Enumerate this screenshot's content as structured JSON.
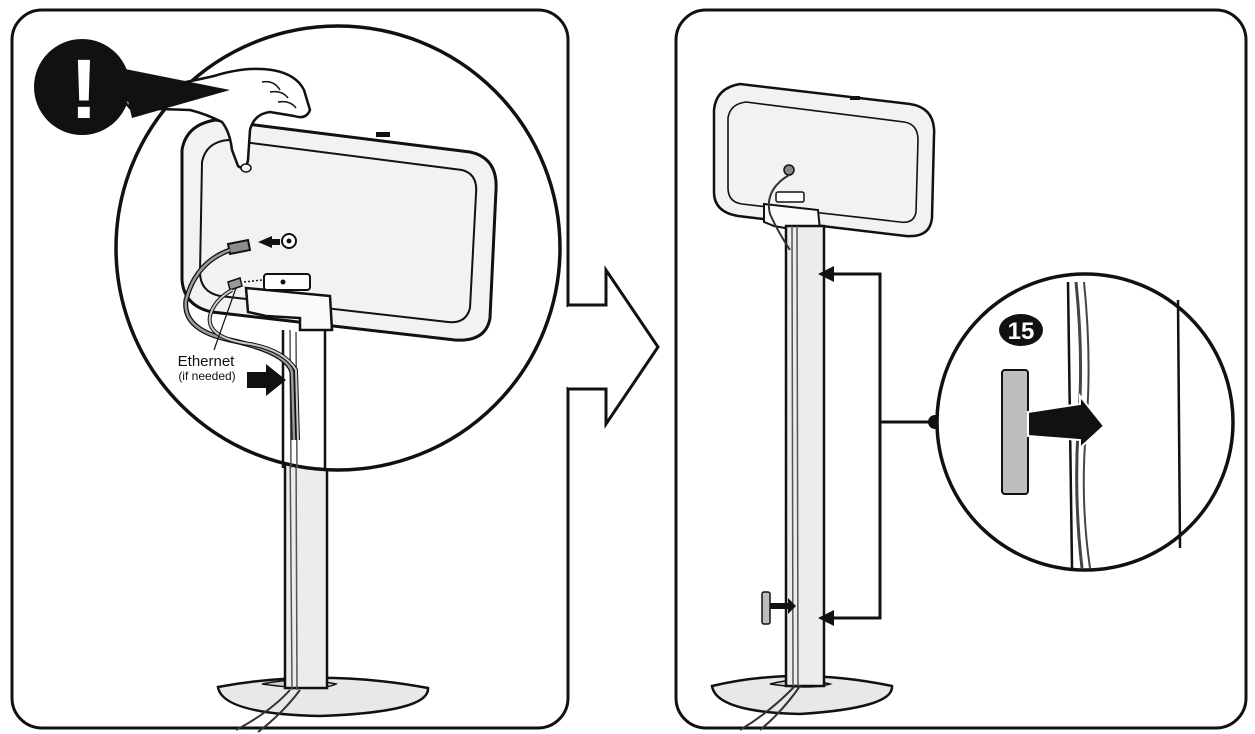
{
  "left_panel": {
    "warning_symbol": "!",
    "callout_text_line1": "Ethernet",
    "callout_text_line2": "(if needed)"
  },
  "right_panel": {
    "part_number": "15"
  },
  "icons": {
    "warning": "warning-exclamation-icon",
    "next_step": "next-step-arrow-icon",
    "push_arrow": "push-arrow-icon"
  },
  "colors": {
    "line": "#111111",
    "speaker_fill": "#f2f2f2",
    "stand_fill": "#e8e8e8",
    "panel_bg": "#ffffff",
    "cover_fill": "#bdbdbd"
  }
}
